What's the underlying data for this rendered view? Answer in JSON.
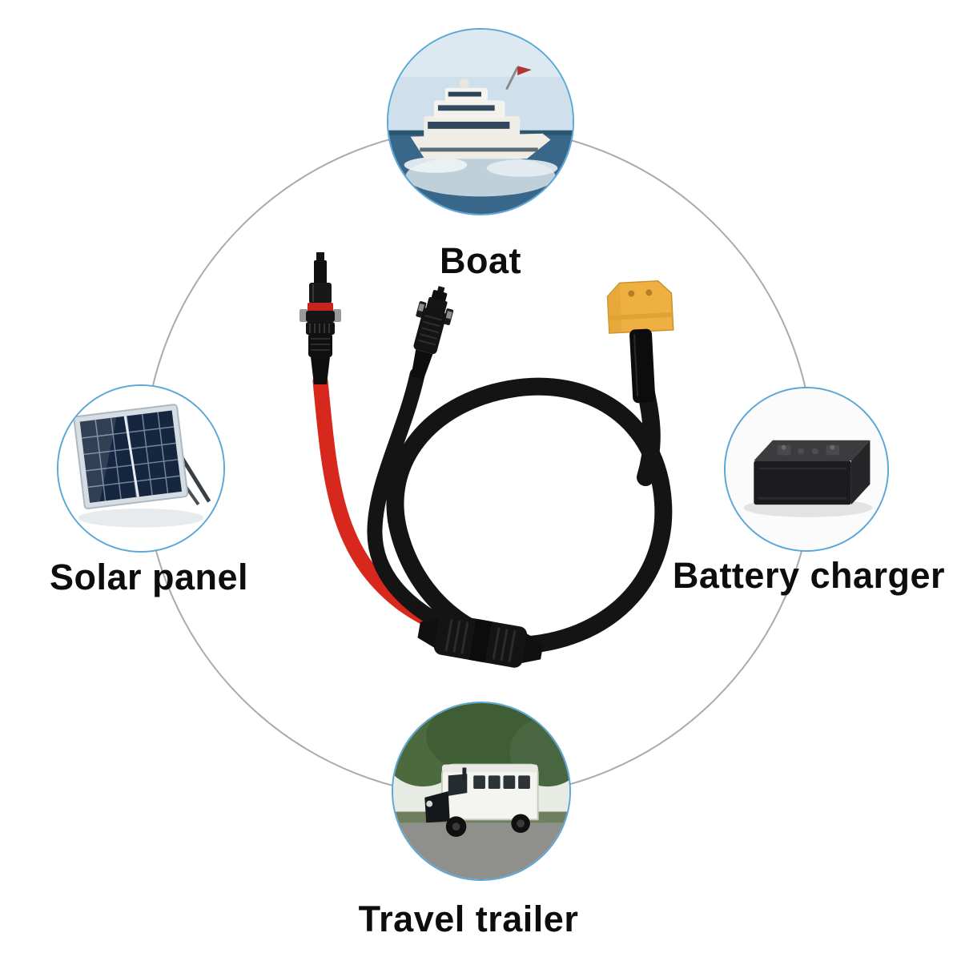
{
  "labels": {
    "top": "Boat",
    "left": "Solar panel",
    "right": "Battery charger",
    "bottom": "Travel trailer"
  },
  "colors": {
    "label_text": "#0d0d0d",
    "circle_border": "#5aa7d8",
    "ring": "#9b9b9b",
    "cable_red": "#d8271d",
    "cable_black": "#141414",
    "xt60_yellow": "#efb042"
  },
  "illustrations": {
    "top": "boat-photo",
    "left": "solar-panel-photo",
    "right": "battery-charger-photo",
    "bottom": "travel-trailer-photo",
    "center": "solar-mc4-to-xt60-adapter-cable"
  },
  "product": {
    "parts": [
      "mc4-male-solar-connector",
      "mc4-female-solar-connector",
      "red-cable",
      "black-cable",
      "molded-junction",
      "heat-shrink-sleeve",
      "xt60-connector"
    ]
  }
}
